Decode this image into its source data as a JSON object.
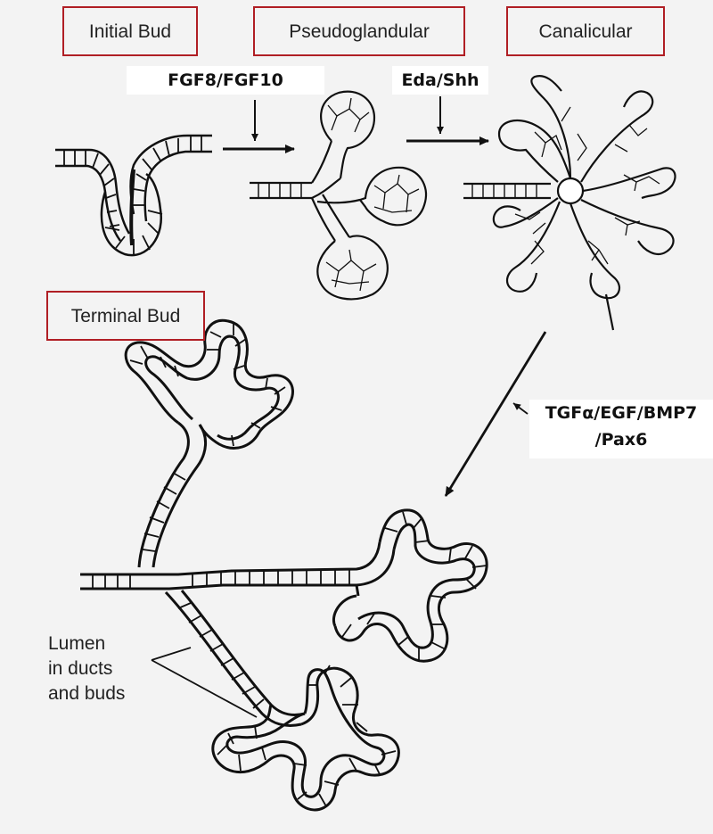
{
  "stages": [
    {
      "label": "Initial Bud"
    },
    {
      "label": "Pseudoglandular"
    },
    {
      "label": "Canalicular"
    },
    {
      "label": "Terminal Bud"
    }
  ],
  "factors": {
    "fgf": "FGF8/FGF10",
    "eda": "Eda/Shh",
    "tgf_line1": "TGFα/EGF/BMP7",
    "tgf_line2": "/Pax6"
  },
  "annotation": {
    "line1": "Lumen",
    "line2": "in ducts",
    "line3": "and buds"
  },
  "colors": {
    "label_border": "#b01e24",
    "line": "#111111",
    "background": "#f3f3f3"
  }
}
